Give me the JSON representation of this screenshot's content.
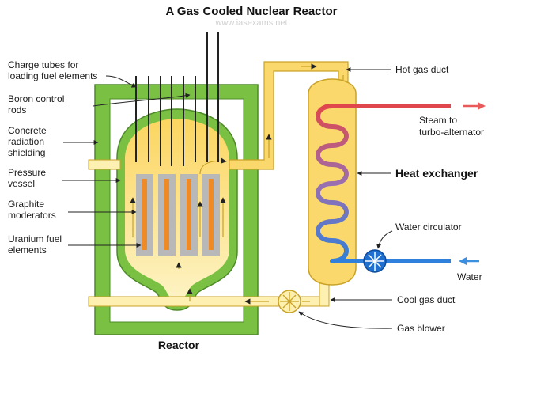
{
  "title": "A Gas Cooled Nuclear Reactor",
  "watermark": "www.iasexams.net",
  "left_labels": {
    "charge_tubes": [
      "Charge tubes for",
      "loading fuel elements"
    ],
    "boron_rods": [
      "Boron control",
      "rods"
    ],
    "concrete": [
      "Concrete",
      "radiation",
      "shielding"
    ],
    "pressure_vessel": [
      "Pressure",
      "vessel"
    ],
    "graphite": [
      "Graphite",
      "moderators"
    ],
    "uranium": [
      "Uranium fuel",
      "elements"
    ]
  },
  "right_labels": {
    "hot_gas_duct": "Hot gas duct",
    "steam": [
      "Steam to",
      "turbo-alternator"
    ],
    "heat_exchanger": "Heat exchanger",
    "water_circulator": "Water circulator",
    "water": "Water",
    "cool_gas_duct": "Cool gas duct",
    "gas_blower": "Gas blower"
  },
  "reactor_label": "Reactor",
  "colors": {
    "concrete": "#7ac143",
    "concrete_border": "#4e8a2a",
    "gas_hot": "#fbd86b",
    "gas_light": "#fdf0b0",
    "duct_border": "#c9a227",
    "graphite": "#b8b8b8",
    "fuel": "#f08a24",
    "steam_arrow": "#e85a5a",
    "water_arrow": "#3a8fe0",
    "circulator": "#1f6fd1"
  }
}
